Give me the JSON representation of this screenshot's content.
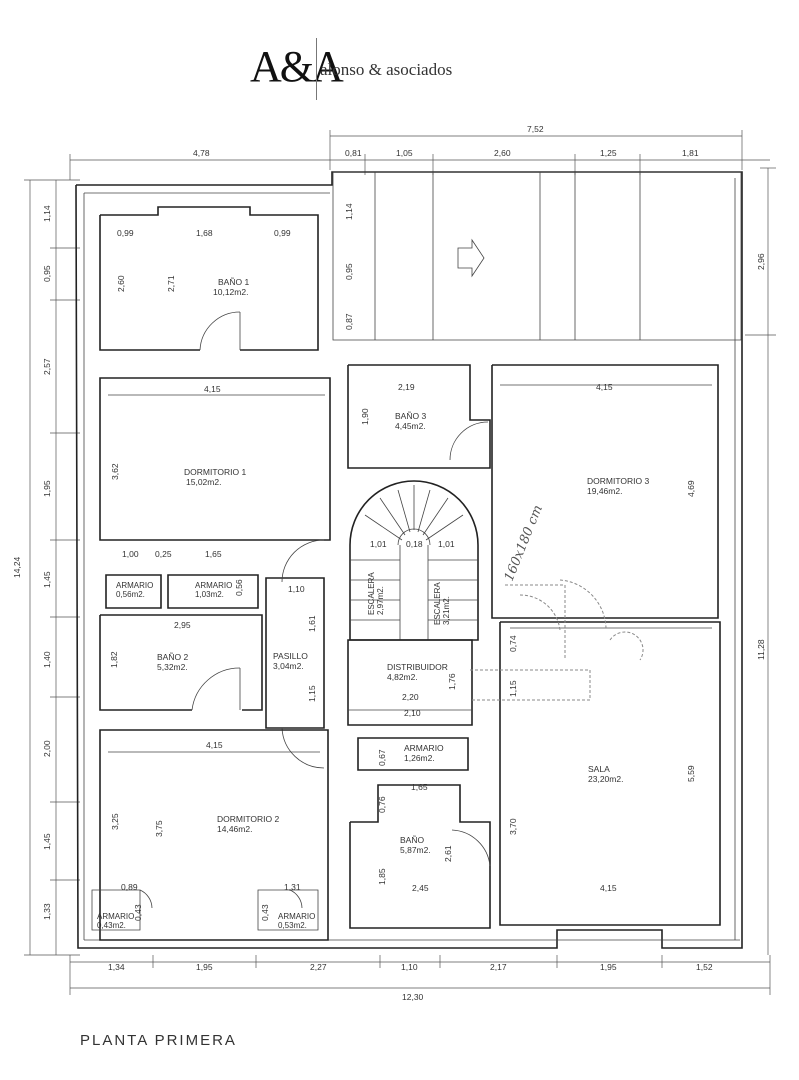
{
  "logo": {
    "mark": "A&A",
    "name": "alonso & asociados"
  },
  "title": "PLANTA  PRIMERA",
  "handwriting": "160x180 cm",
  "rooms": [
    {
      "id": "bano1",
      "name": "BAÑO  1",
      "area": "10,12m2."
    },
    {
      "id": "dorm1",
      "name": "DORMITORIO  1",
      "area": "15,02m2."
    },
    {
      "id": "arm1",
      "name": "ARMARIO",
      "area": "0,56m2."
    },
    {
      "id": "arm2",
      "name": "ARMARIO",
      "area": "1,03m2."
    },
    {
      "id": "bano2",
      "name": "BAÑO  2",
      "area": "5,32m2."
    },
    {
      "id": "pasillo",
      "name": "PASILLO",
      "area": "3,04m2."
    },
    {
      "id": "dorm2",
      "name": "DORMITORIO  2",
      "area": "14,46m2."
    },
    {
      "id": "arm3",
      "name": "ARMARIO",
      "area": "0,43m2."
    },
    {
      "id": "arm4",
      "name": "ARMARIO",
      "area": "0,53m2."
    },
    {
      "id": "bano3",
      "name": "BAÑO  3",
      "area": "4,45m2."
    },
    {
      "id": "dorm3",
      "name": "DORMITORIO  3",
      "area": "19,46m2."
    },
    {
      "id": "escalera1",
      "name": "ESCALERA",
      "area": "2,97m2."
    },
    {
      "id": "escalera2",
      "name": "ESCALERA",
      "area": "3,21m2."
    },
    {
      "id": "distribuidor",
      "name": "DISTRIBUIDOR",
      "area": "4,82m2."
    },
    {
      "id": "arm5",
      "name": "ARMARIO",
      "area": "1,26m2."
    },
    {
      "id": "bano4",
      "name": "BAÑO",
      "area": "5,87m2."
    },
    {
      "id": "sala",
      "name": "SALA",
      "area": "23,20m2."
    }
  ],
  "dims": {
    "top_total": "7,52",
    "top_left": "4,78",
    "top_a": "0,81",
    "top_b": "1,05",
    "top_c": "2,60",
    "top_d": "1,25",
    "top_e": "1,81",
    "bottom_total": "12,30",
    "bottom_a": "1,34",
    "bottom_b": "1,95",
    "bottom_c": "2,27",
    "bottom_d": "1,10",
    "bottom_e": "2,17",
    "bottom_f": "1,95",
    "bottom_g": "1,52",
    "left_total": "14,24",
    "left_a": "1,14",
    "left_b": "0,95",
    "left_c": "2,57",
    "left_d": "1,95",
    "left_e": "1,45",
    "left_f": "1,40",
    "left_g": "2,00",
    "left_h": "1,45",
    "left_i": "1,33",
    "right_a": "2,96",
    "right_b": "11,28",
    "b1_w1": "0,99",
    "b1_w2": "1,68",
    "b1_w3": "0,99",
    "b1_h1": "2,60",
    "b1_h2": "2,71",
    "v114": "1,14",
    "v095": "0,95",
    "v087": "0,87",
    "d1_w": "4,15",
    "d1_h": "3,62",
    "arm_a": "1,00",
    "arm_b": "0,25",
    "arm_c": "1,65",
    "arm_h": "0,56",
    "b2_w": "2,95",
    "b2_h": "1,82",
    "pas_w": "1,10",
    "pas_h1": "1,61",
    "pas_h2": "1,15",
    "d2_w": "4,15",
    "d2_h1": "3,25",
    "d2_h2": "3,75",
    "a3_w": "0,89",
    "a3_h": "0,43",
    "a4_w": "1,31",
    "a4_h": "0,43",
    "b3_w": "2,19",
    "b3_h": "1,90",
    "d3_w": "4,15",
    "d3_h": "4,69",
    "esc_a": "1,01",
    "esc_b": "0,18",
    "esc_c": "1,01",
    "dist_w1": "2,20",
    "dist_w2": "2,10",
    "dist_h": "1,76",
    "arm5_h": "0,67",
    "b4_w1": "1,65",
    "b4_w2": "2,45",
    "b4_h1": "0,76",
    "b4_h2": "1,85",
    "b4_h3": "2,61",
    "sala_w": "4,15",
    "sala_h1": "3,70",
    "sala_h2": "5,59",
    "sala_h3": "0,74",
    "sala_h4": "1,15"
  }
}
